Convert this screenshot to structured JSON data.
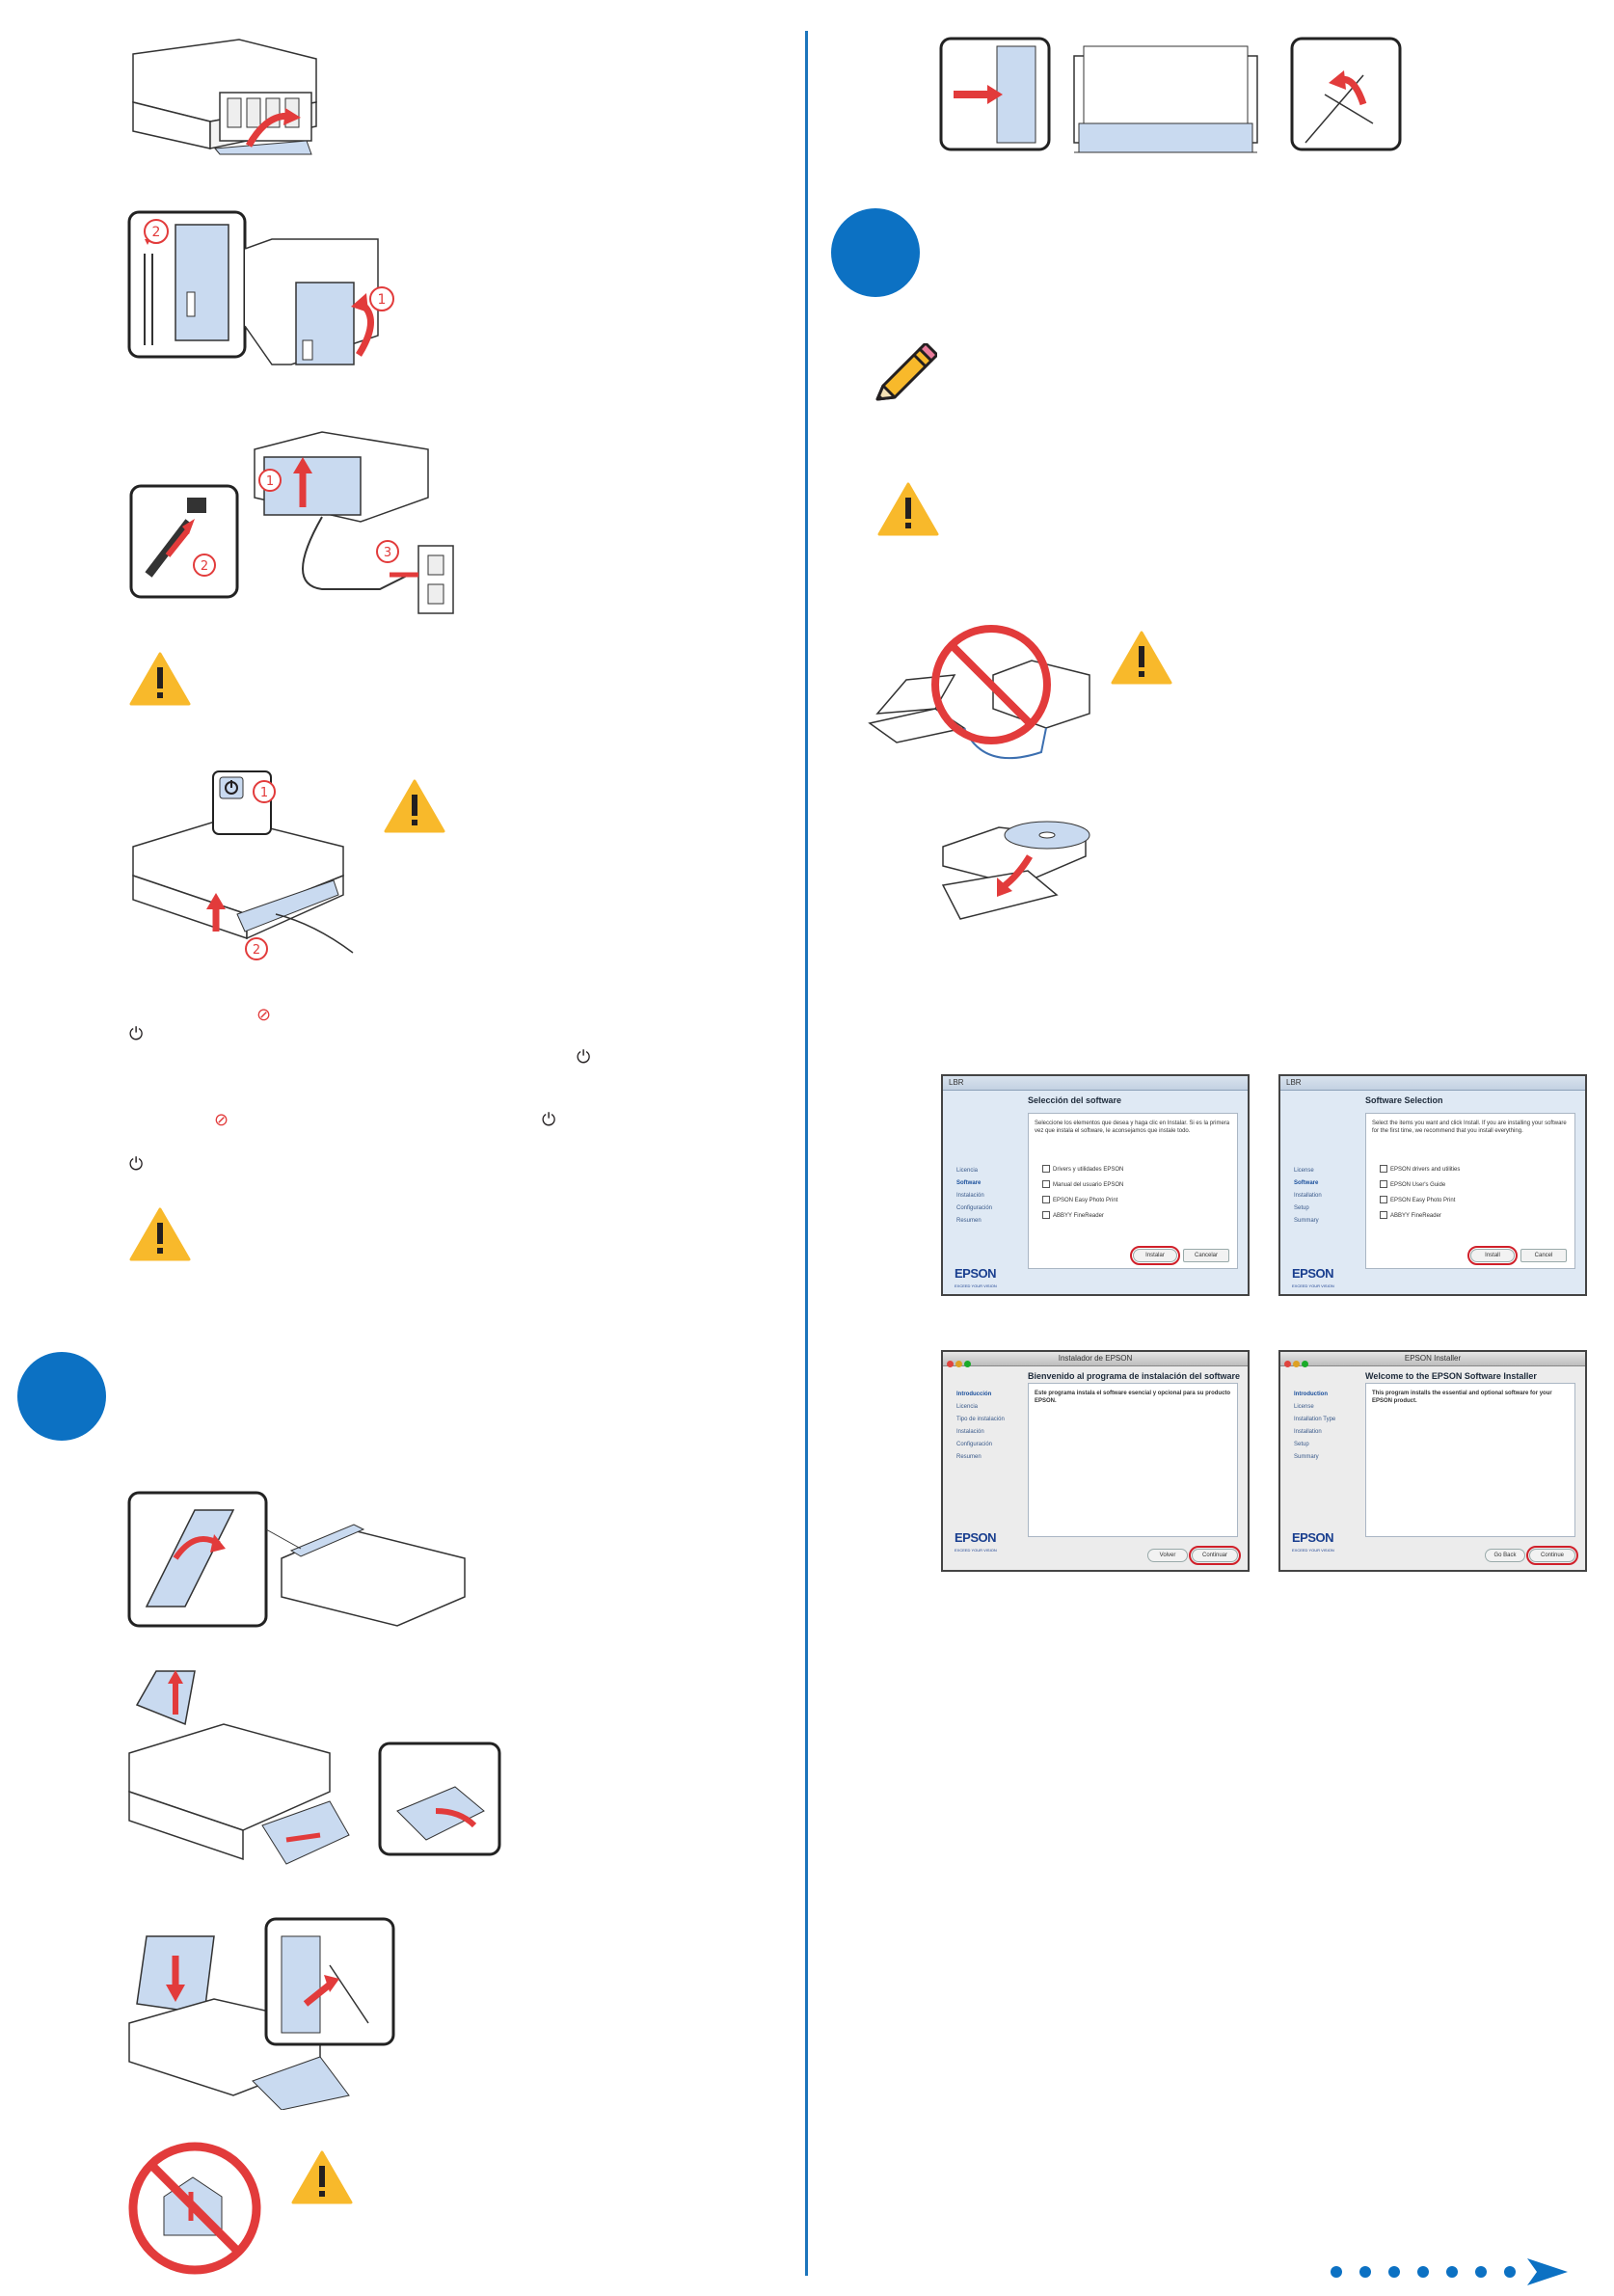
{
  "power_symbol": "⏻",
  "stop_symbol": "⊘",
  "colors": {
    "accent": "#0c71c3",
    "warning": "#f8b92b",
    "red": "#e23b3b",
    "paper_blue": "#c9daf0"
  },
  "icons": {
    "warning": "warning-triangle-icon",
    "note": "pencil-note-icon",
    "power": "power-icon",
    "stop": "stop-icon",
    "no_usb": "no-usb-connection-icon",
    "next": "next-page-arrow-icon"
  },
  "callouts": {
    "one": "①",
    "two": "②",
    "three": "③"
  },
  "screens": {
    "win_es": {
      "title": "LBR",
      "heading": "Selección del software",
      "intro": "Seleccione los elementos que desea y haga clic en Instalar. Si es la primera vez que instala el software, le aconsejamos que instale todo.",
      "sidebar": [
        "Licencia",
        "Software",
        "Instalación",
        "Configuración",
        "Resumen"
      ],
      "active": 1,
      "items": [
        "Drivers y utilidades EPSON",
        "Manual del usuario EPSON",
        "EPSON Easy Photo Print",
        "ABBYY FineReader"
      ],
      "primary": "Instalar",
      "secondary": "Cancelar",
      "logo": "EPSON",
      "logo_sub": "EXCEED YOUR VISION"
    },
    "win_en": {
      "title": "LBR",
      "heading": "Software Selection",
      "intro": "Select the items you want and click Install. If you are installing your software for the first time, we recommend that you install everything.",
      "sidebar": [
        "License",
        "Software",
        "Installation",
        "Setup",
        "Summary"
      ],
      "active": 1,
      "items": [
        "EPSON drivers and utilities",
        "EPSON User's Guide",
        "EPSON Easy Photo Print",
        "ABBYY FineReader"
      ],
      "primary": "Install",
      "secondary": "Cancel",
      "logo": "EPSON",
      "logo_sub": "EXCEED YOUR VISION"
    },
    "mac_es": {
      "title": "Instalador de EPSON",
      "heading": "Bienvenido al programa de instalación del software",
      "intro": "Este programa instala el software esencial y opcional para su producto EPSON.",
      "sidebar": [
        "Introducción",
        "Licencia",
        "Tipo de instalación",
        "Instalación",
        "Configuración",
        "Resumen"
      ],
      "active": 0,
      "primary": "Continuar",
      "secondary": "Volver",
      "logo": "EPSON",
      "logo_sub": "EXCEED YOUR VISION"
    },
    "mac_en": {
      "title": "EPSON Installer",
      "heading": "Welcome to the EPSON Software Installer",
      "intro": "This program installs the essential and optional software for your EPSON product.",
      "sidebar": [
        "Introduction",
        "License",
        "Installation Type",
        "Installation",
        "Setup",
        "Summary"
      ],
      "active": 0,
      "primary": "Continue",
      "secondary": "Go Back",
      "logo": "EPSON",
      "logo_sub": "EXCEED YOUR VISION"
    }
  }
}
